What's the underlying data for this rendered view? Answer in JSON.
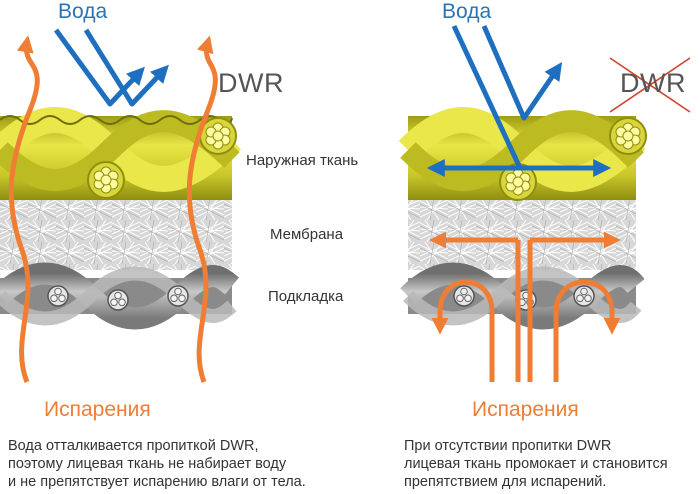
{
  "left": {
    "water_label": "Вода",
    "dwr_label": "DWR",
    "evaporation_label": "Испарения",
    "caption_lines": [
      "Вода отталкивается пропиткой DWR,",
      "поэтому лицевая ткань не набирает воду",
      "и не препятствует испарению влаги от тела."
    ]
  },
  "right": {
    "water_label": "Вода",
    "dwr_label": "DWR",
    "evaporation_label": "Испарения",
    "caption_lines": [
      "При отсутствии пропитки DWR",
      "лицевая ткань промокает и становится",
      "препятствием для испарений."
    ]
  },
  "layers": {
    "outer": "Наружная ткань",
    "membrane": "Мембрана",
    "lining": "Подкладка"
  },
  "colors": {
    "water": "#1f6fc0",
    "evaporation": "#ef7d33",
    "outer_fabric": "#c9c82a",
    "membrane": "#e6e6e6",
    "lining": "#9a9a9a",
    "cross": "#d0422a"
  },
  "icons": [
    "water-arrow-icon",
    "evaporation-arrow-icon",
    "dwr-crossed-icon"
  ]
}
